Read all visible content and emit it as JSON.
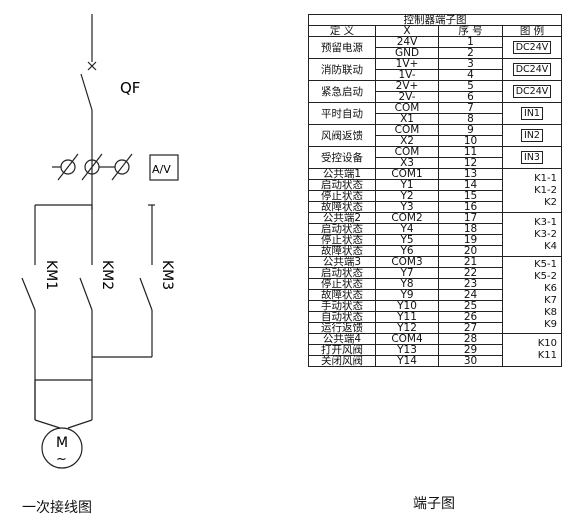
{
  "wiring": {
    "caption": "一次接线图",
    "qf_label": "QF",
    "meter_label": "A/V",
    "contactors": [
      "KM1",
      "KM2",
      "KM3"
    ],
    "motor_label": "M",
    "motor_symbol": "~"
  },
  "terminal": {
    "caption": "端子图",
    "title": "控制器端子图",
    "headers": [
      "定 义",
      "X",
      "序 号",
      "图 例"
    ],
    "groups": [
      {
        "def": "预留电源",
        "rows": [
          {
            "x": "24V",
            "no": "1"
          },
          {
            "x": "GND",
            "no": "2"
          }
        ],
        "example": "DC24V",
        "example_kind": "dc-right"
      },
      {
        "def": "消防联动",
        "rows": [
          {
            "x": "1V+",
            "no": "3"
          },
          {
            "x": "1V-",
            "no": "4"
          }
        ],
        "example": "DC24V",
        "example_kind": "dc-left"
      },
      {
        "def": "紧急启动",
        "rows": [
          {
            "x": "2V+",
            "no": "5"
          },
          {
            "x": "2V-",
            "no": "6"
          }
        ],
        "example": "DC24V",
        "example_kind": "dc-left"
      },
      {
        "def": "平时自动",
        "rows": [
          {
            "x": "COM",
            "no": "7"
          },
          {
            "x": "X1",
            "no": "8"
          }
        ],
        "example": "IN1",
        "example_kind": "in"
      },
      {
        "def": "风阀返馈",
        "rows": [
          {
            "x": "COM",
            "no": "9"
          },
          {
            "x": "X2",
            "no": "10"
          }
        ],
        "example": "IN2",
        "example_kind": "in"
      },
      {
        "def": "受控设备",
        "rows": [
          {
            "x": "COM",
            "no": "11"
          },
          {
            "x": "X3",
            "no": "12"
          }
        ],
        "example": "IN3",
        "example_kind": "in"
      }
    ],
    "relay_blocks": [
      {
        "rows": [
          {
            "def": "公共端1",
            "x": "COM1",
            "no": "13"
          },
          {
            "def": "启动状态",
            "x": "Y1",
            "no": "14"
          },
          {
            "def": "停止状态",
            "x": "Y2",
            "no": "15"
          },
          {
            "def": "故障状态",
            "x": "Y3",
            "no": "16"
          }
        ],
        "relays": [
          "K1-1",
          "K1-2",
          "K2"
        ]
      },
      {
        "rows": [
          {
            "def": "公共端2",
            "x": "COM2",
            "no": "17"
          },
          {
            "def": "启动状态",
            "x": "Y4",
            "no": "18"
          },
          {
            "def": "停止状态",
            "x": "Y5",
            "no": "19"
          },
          {
            "def": "故障状态",
            "x": "Y6",
            "no": "20"
          }
        ],
        "relays": [
          "K3-1",
          "K3-2",
          "K4"
        ]
      },
      {
        "rows": [
          {
            "def": "公共端3",
            "x": "COM3",
            "no": "21"
          },
          {
            "def": "启动状态",
            "x": "Y7",
            "no": "22"
          },
          {
            "def": "停止状态",
            "x": "Y8",
            "no": "23"
          },
          {
            "def": "故障状态",
            "x": "Y9",
            "no": "24"
          },
          {
            "def": "手动状态",
            "x": "Y10",
            "no": "25"
          },
          {
            "def": "自动状态",
            "x": "Y11",
            "no": "26"
          },
          {
            "def": "运行返馈",
            "x": "Y12",
            "no": "27"
          }
        ],
        "relays": [
          "K5-1",
          "K5-2",
          "K6",
          "K7",
          "K8",
          "K9"
        ]
      },
      {
        "rows": [
          {
            "def": "公共端4",
            "x": "COM4",
            "no": "28"
          },
          {
            "def": "打开风阀",
            "x": "Y13",
            "no": "29"
          },
          {
            "def": "关闭风阀",
            "x": "Y14",
            "no": "30"
          }
        ],
        "relays": [
          "K10",
          "K11"
        ]
      }
    ]
  }
}
